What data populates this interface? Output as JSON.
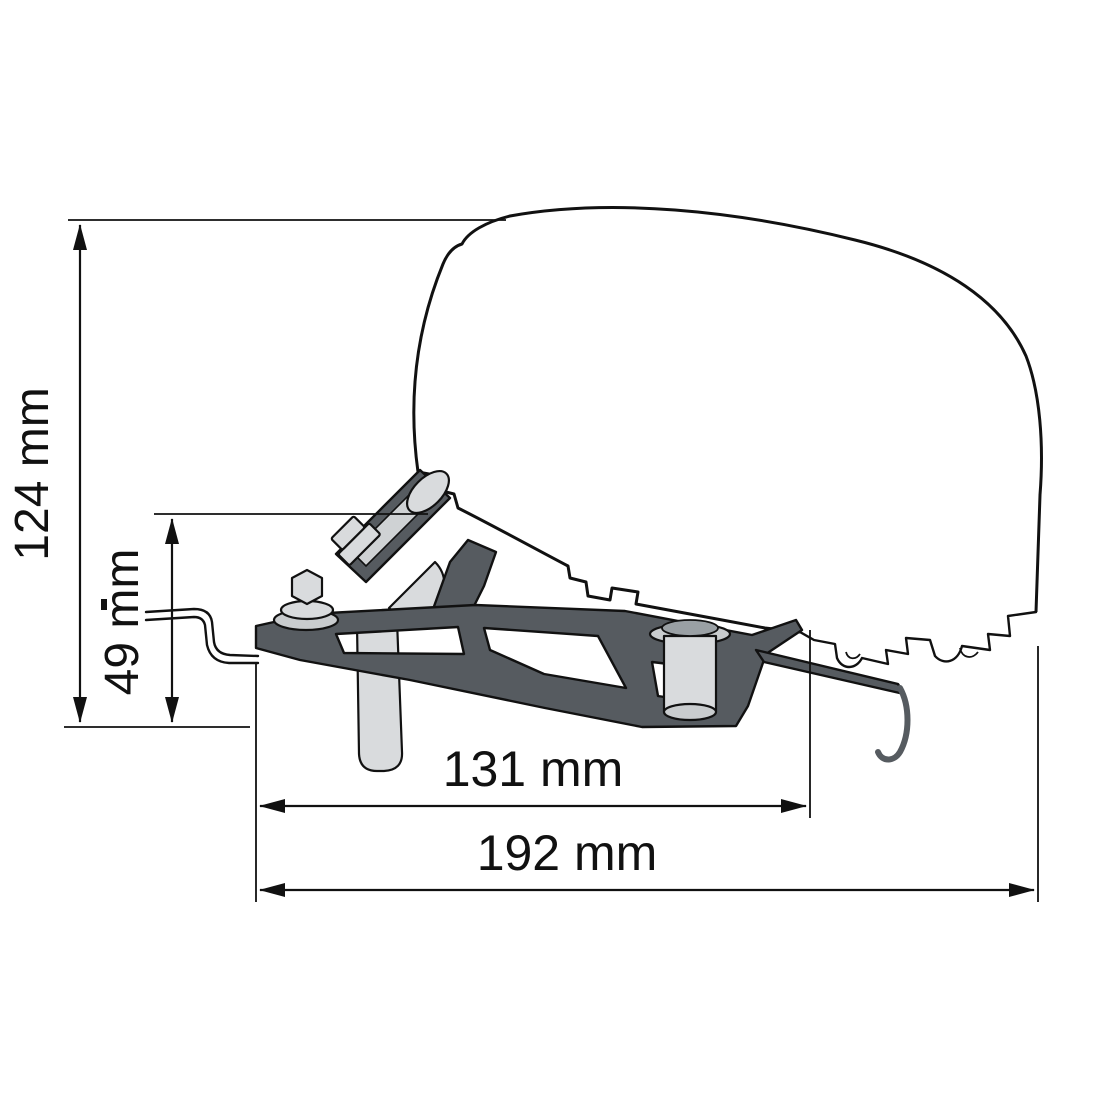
{
  "diagram": {
    "name": "Awning adapter bracket cross-section with vehicle roof profile",
    "labels": {
      "dim_height_total": "124 mm",
      "dim_height_bracket": "49 mm",
      "dim_width_inner": "131 mm",
      "dim_width_total": "192 mm"
    }
  }
}
